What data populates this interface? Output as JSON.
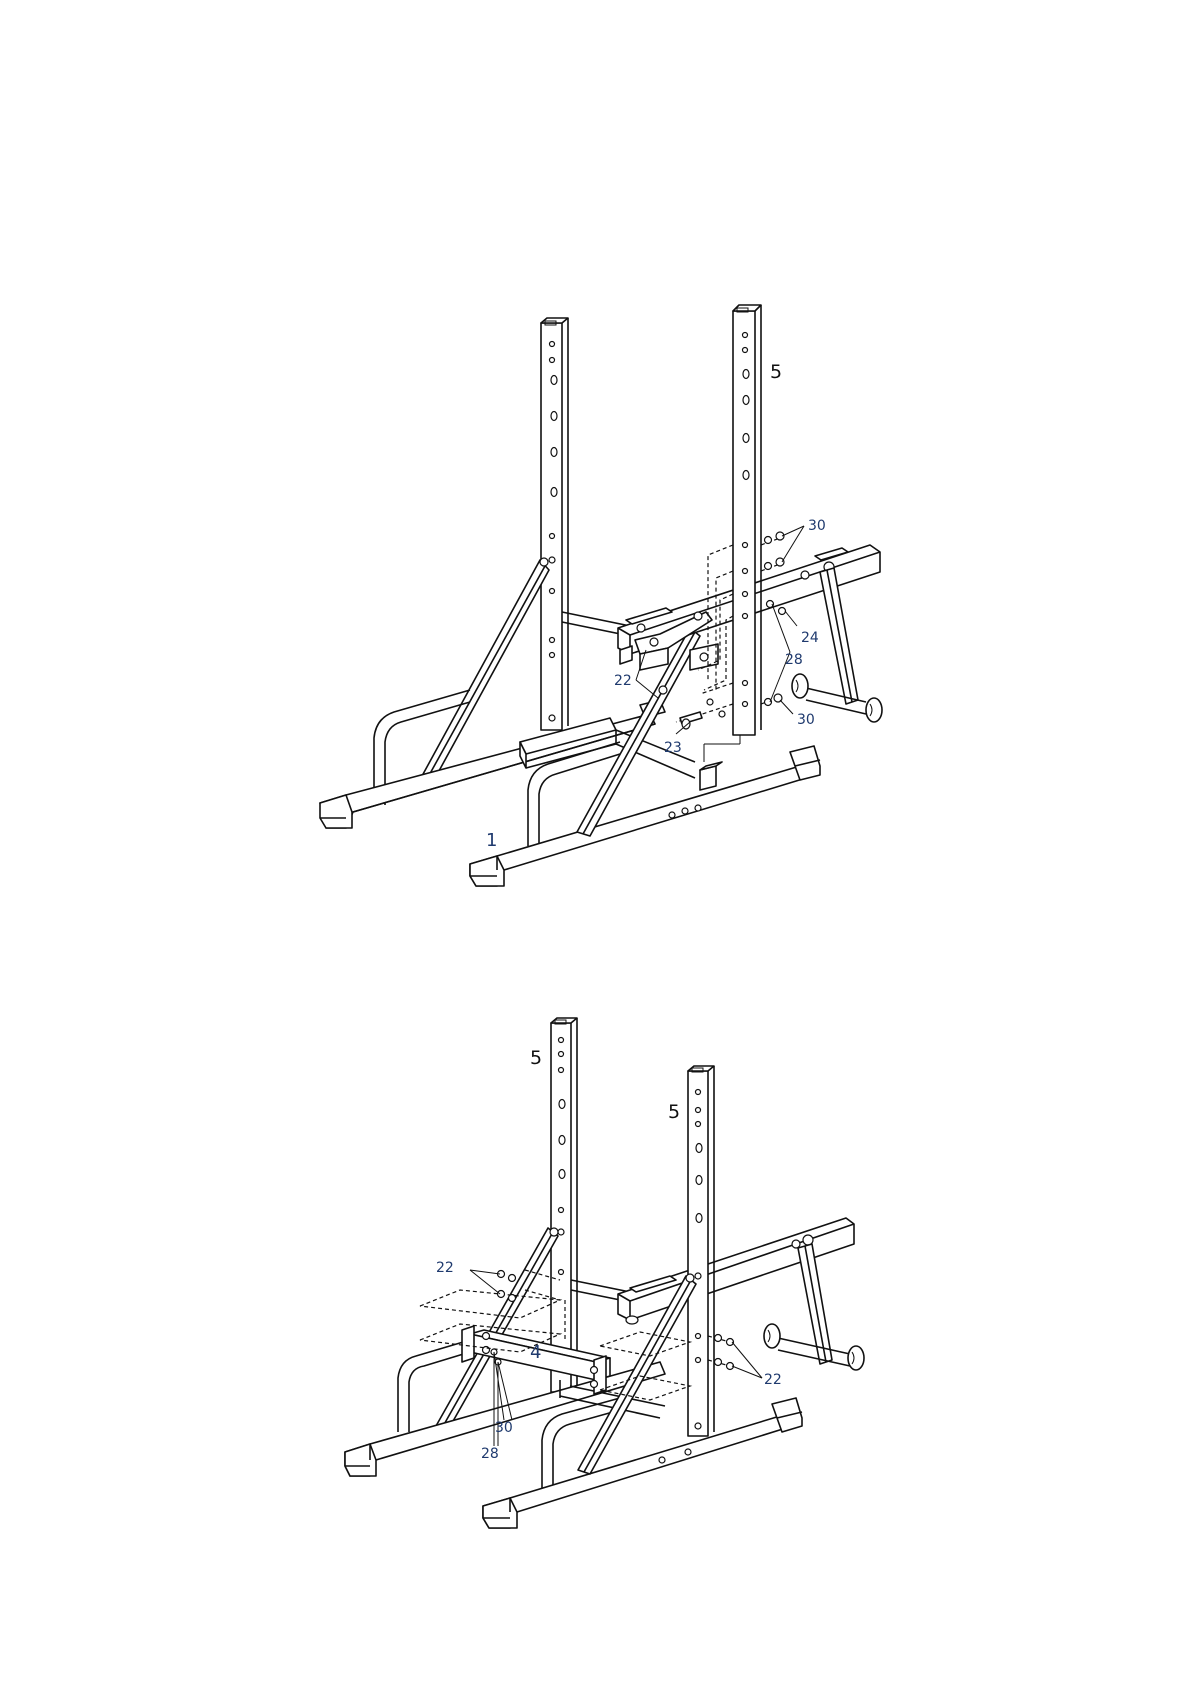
{
  "figure1": {
    "labels": {
      "part_5": "5",
      "part_30_top": "30",
      "part_24": "24",
      "part_28": "28",
      "part_22": "22",
      "part_30_bottom": "30",
      "part_23": "23",
      "part_1": "1"
    }
  },
  "figure2": {
    "labels": {
      "part_5_left": "5",
      "part_5_right": "5",
      "part_22_left": "22",
      "part_4": "4",
      "part_22_right": "22",
      "part_30": "30",
      "part_28": "28"
    }
  },
  "colors": {
    "line": "#111111",
    "label_blue": "#1f3a6e"
  }
}
